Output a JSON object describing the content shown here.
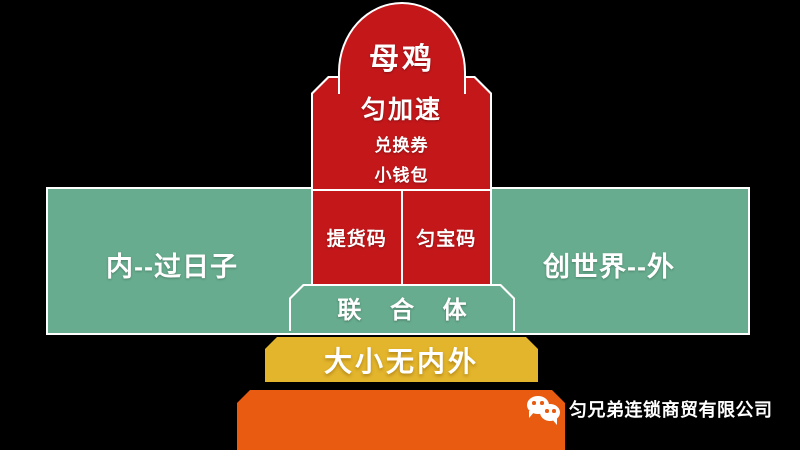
{
  "diagram": {
    "title_dome": "母鸡",
    "red_body": {
      "title": "匀加速",
      "sub_lines": [
        "兑换券",
        "小钱包"
      ]
    },
    "red_cells": [
      {
        "label": "提货码"
      },
      {
        "label": "匀宝码"
      }
    ],
    "green_band": {
      "left_label": "内--过日子",
      "right_label": "创世界--外"
    },
    "union_box": {
      "label": "联 合 体"
    },
    "yellow_bar": {
      "label": "大小无内外"
    },
    "orange_bar": {
      "label": ""
    },
    "footer": {
      "wechat_icon": "wechat-icon",
      "account_name": "匀兄弟连锁商贸有限公司"
    }
  },
  "colors": {
    "background": "#000000",
    "red": "#c3171a",
    "green": "#67ac8e",
    "yellow": "#e3b52c",
    "orange": "#e85b10",
    "outline": "#ffffff"
  }
}
